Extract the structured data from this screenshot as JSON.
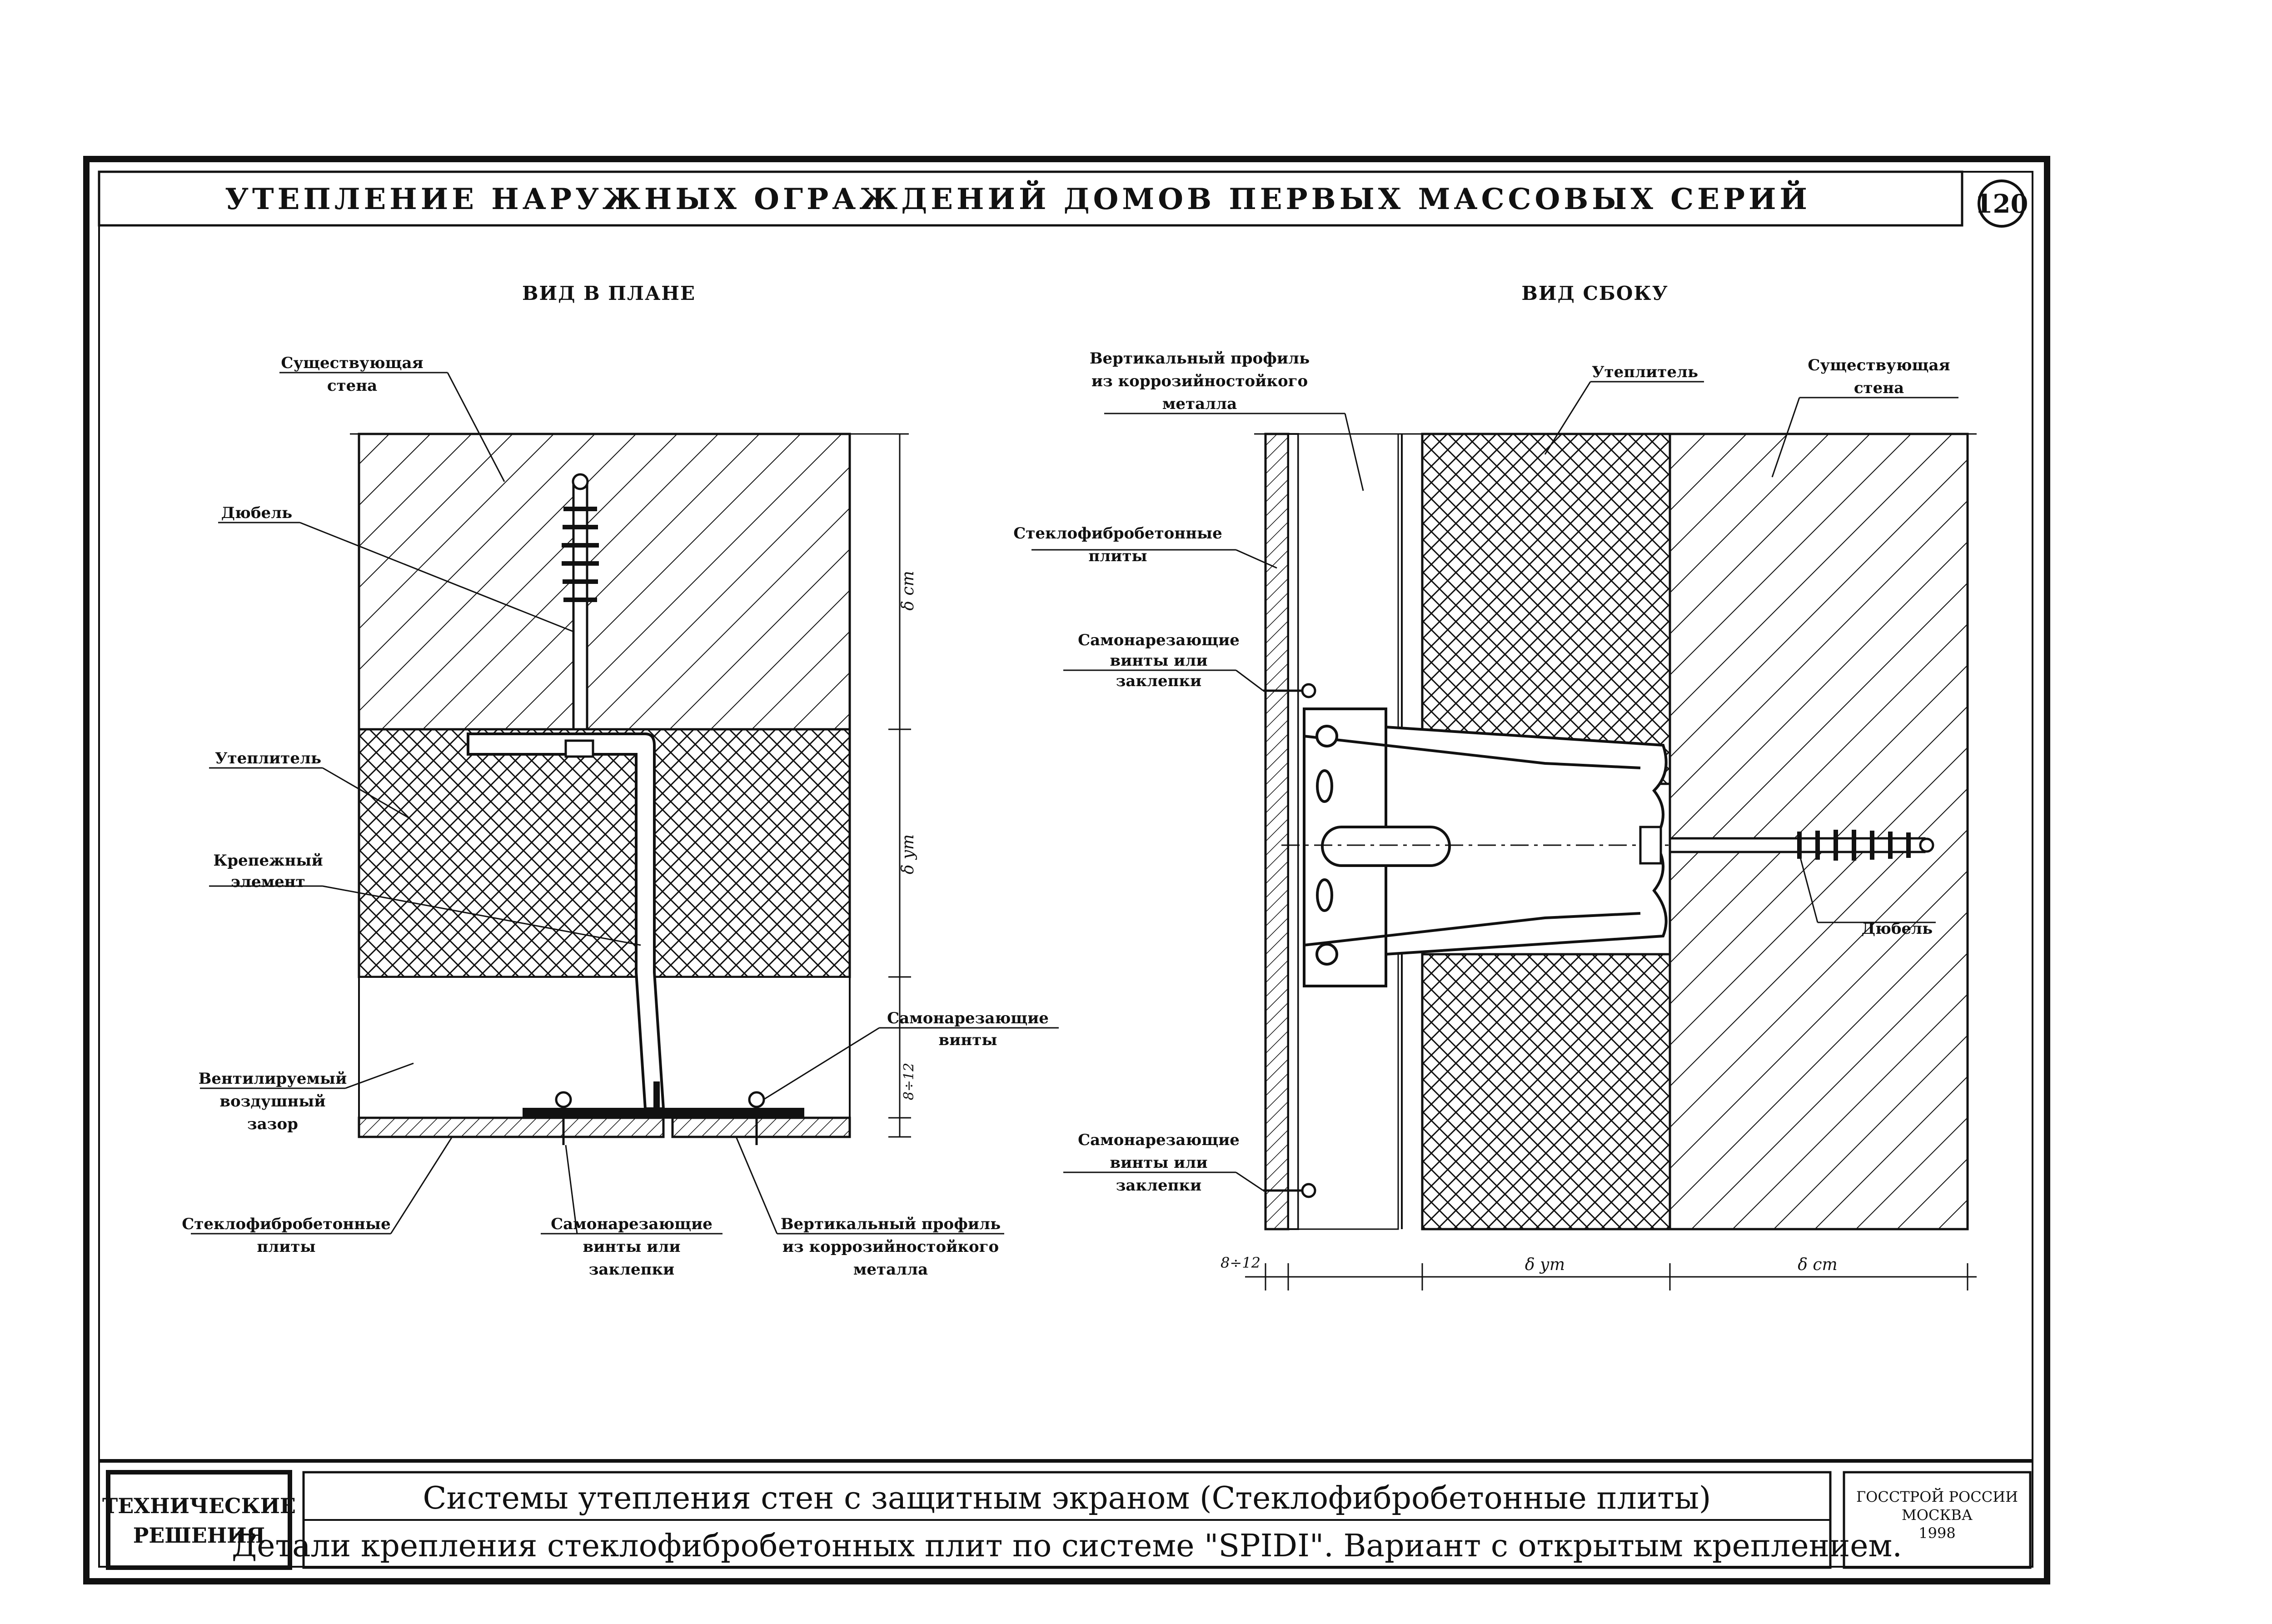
{
  "sheet": {
    "title": "УТЕПЛЕНИЕ НАРУЖНЫХ ОГРАЖДЕНИЙ ДОМОВ ПЕРВЫХ МАССОВЫХ СЕРИЙ",
    "page_number": "120"
  },
  "plan_view": {
    "heading": "ВИД В ПЛАНЕ",
    "existing_wall": [
      "Существующая",
      "стена"
    ],
    "dowel": "Дюбель",
    "insulation": "Утеплитель",
    "fastener": [
      "Крепежный",
      "элемент"
    ],
    "air_gap": [
      "Вентилируемый",
      "воздушный",
      "зазор"
    ],
    "screws": [
      "Самонарезающие",
      "винты"
    ],
    "panels": [
      "Стеклофибробетонные",
      "плиты"
    ],
    "screws_rivets": [
      "Самонарезающие",
      "винты или",
      "заклепки"
    ],
    "profile": [
      "Вертикальный профиль",
      "из коррозийностойкого",
      "металла"
    ],
    "dim_wall": "δ ст",
    "dim_insul": "δ ут",
    "dim_gap": "8÷12"
  },
  "side_view": {
    "heading": "ВИД СБОКУ",
    "profile": [
      "Вертикальный профиль",
      "из коррозийностойкого",
      "металла"
    ],
    "insulation": "Утеплитель",
    "existing_wall": [
      "Существующая",
      "стена"
    ],
    "panels": [
      "Стеклофибробетонные",
      "плиты"
    ],
    "screws_top": [
      "Самонарезающие",
      "винты или",
      "заклепки"
    ],
    "screws_bottom": [
      "Самонарезающие",
      "винты или",
      "заклепки"
    ],
    "dowel": "Дюбель",
    "dim_gap": "8÷12",
    "dim_insul": "δ ут",
    "dim_wall": "δ ст"
  },
  "title_block": {
    "category": [
      "ТЕХНИЧЕСКИЕ",
      "РЕШЕНИЯ"
    ],
    "line1": "Системы утепления стен с защитным экраном (Стеклофибробетонные плиты)",
    "line2": "Детали крепления стеклофибробетонных плит по системе \"SPIDI\". Вариант с открытым креплением.",
    "org": [
      "ГОССТРОЙ РОССИИ",
      "МОСКВА",
      "1998"
    ]
  }
}
